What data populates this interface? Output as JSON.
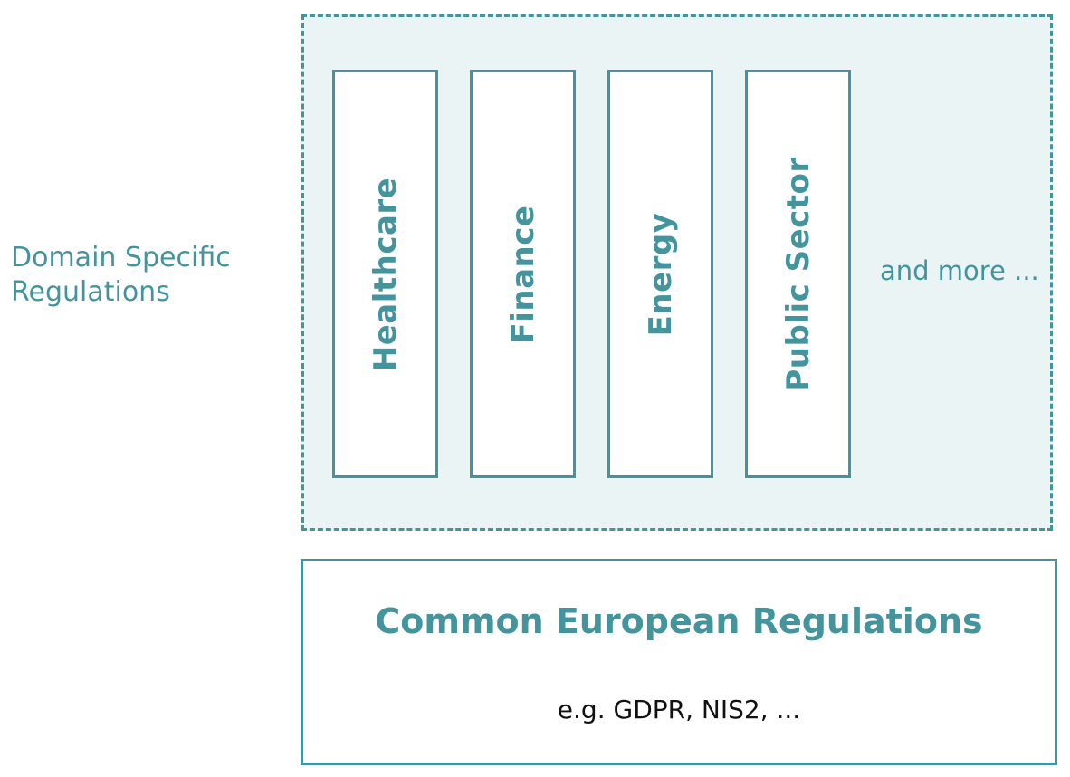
{
  "colors": {
    "accent": "#43949d",
    "panel_fill": "#eaf4f5",
    "text_dark": "#111111"
  },
  "side_label": {
    "line1": "Domain Specific",
    "line2": "Regulations"
  },
  "domain_panel": {
    "pillars": [
      {
        "label": "Healthcare"
      },
      {
        "label": "Finance"
      },
      {
        "label": "Energy"
      },
      {
        "label": "Public Sector"
      }
    ],
    "more_label": "and more ..."
  },
  "common_box": {
    "title": "Common European Regulations",
    "subtitle": "e.g. GDPR, NIS2, ..."
  }
}
